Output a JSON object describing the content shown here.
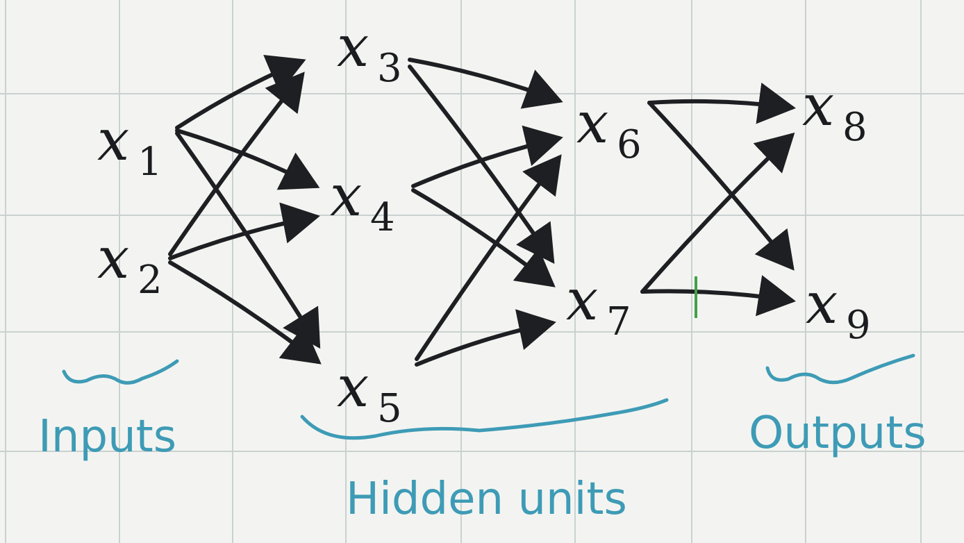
{
  "diagram": {
    "nodes": [
      {
        "id": "x1",
        "var": "x",
        "sub": "1"
      },
      {
        "id": "x2",
        "var": "x",
        "sub": "2"
      },
      {
        "id": "x3",
        "var": "x",
        "sub": "3"
      },
      {
        "id": "x4",
        "var": "x",
        "sub": "4"
      },
      {
        "id": "x5",
        "var": "x",
        "sub": "5"
      },
      {
        "id": "x6",
        "var": "x",
        "sub": "6"
      },
      {
        "id": "x7",
        "var": "x",
        "sub": "7"
      },
      {
        "id": "x8",
        "var": "x",
        "sub": "8"
      },
      {
        "id": "x9",
        "var": "x",
        "sub": "9"
      }
    ],
    "edges": [
      {
        "from": "x1",
        "to": "x3"
      },
      {
        "from": "x1",
        "to": "x4"
      },
      {
        "from": "x1",
        "to": "x5"
      },
      {
        "from": "x2",
        "to": "x3"
      },
      {
        "from": "x2",
        "to": "x4"
      },
      {
        "from": "x2",
        "to": "x5"
      },
      {
        "from": "x3",
        "to": "x6"
      },
      {
        "from": "x3",
        "to": "x7"
      },
      {
        "from": "x4",
        "to": "x6"
      },
      {
        "from": "x4",
        "to": "x7"
      },
      {
        "from": "x5",
        "to": "x6"
      },
      {
        "from": "x5",
        "to": "x7"
      },
      {
        "from": "x6",
        "to": "x8"
      },
      {
        "from": "x6",
        "to": "x9"
      },
      {
        "from": "x7",
        "to": "x8"
      },
      {
        "from": "x7",
        "to": "x9"
      }
    ],
    "groups": {
      "inputs": "Inputs",
      "hidden": "Hidden units",
      "outputs": "Outputs"
    },
    "colors": {
      "ink": "#1e1f22",
      "annotation": "#3e9bb6",
      "marker": "#43a047",
      "paper": "#f3f4f1",
      "grid": "#c9d1d0"
    }
  }
}
